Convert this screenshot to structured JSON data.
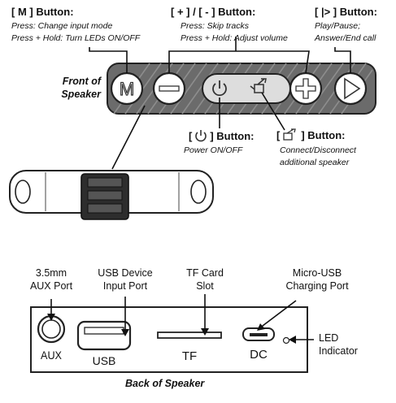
{
  "buttons": {
    "m": {
      "title": "[ M ] Button:",
      "line1": "Press: Change input mode",
      "line2": "Press + Hold: Turn LEDs ON/OFF",
      "glyph": "M"
    },
    "skip": {
      "title": "[ + ] / [ - ] Button:",
      "line1": "Press: Skip tracks",
      "line2": "Press + Hold: Adjust volume"
    },
    "play": {
      "title": "[ |> ] Button:",
      "line1": "Play/Pause;",
      "line2": "Answer/End call"
    },
    "power": {
      "title_pre": "[",
      "title_post": "] Button:",
      "line1": "Power ON/OFF"
    },
    "connect": {
      "title_pre": "[",
      "title_post": "] Button:",
      "line1": "Connect/Disconnect",
      "line2": "additional speaker"
    }
  },
  "front_label": {
    "line1": "Front of",
    "line2": "Speaker"
  },
  "ports": {
    "aux": {
      "line1": "3.5mm",
      "line2": "AUX Port",
      "panel": "AUX"
    },
    "usb": {
      "line1": "USB Device",
      "line2": "Input Port",
      "panel": "USB"
    },
    "tf": {
      "line1": "TF Card",
      "line2": "Slot",
      "panel": "TF"
    },
    "dc": {
      "line1": "Micro-USB",
      "line2": "Charging Port",
      "panel": "DC"
    },
    "led": {
      "line1": "LED",
      "line2": "Indicator"
    }
  },
  "back_label": "Back of Speaker"
}
